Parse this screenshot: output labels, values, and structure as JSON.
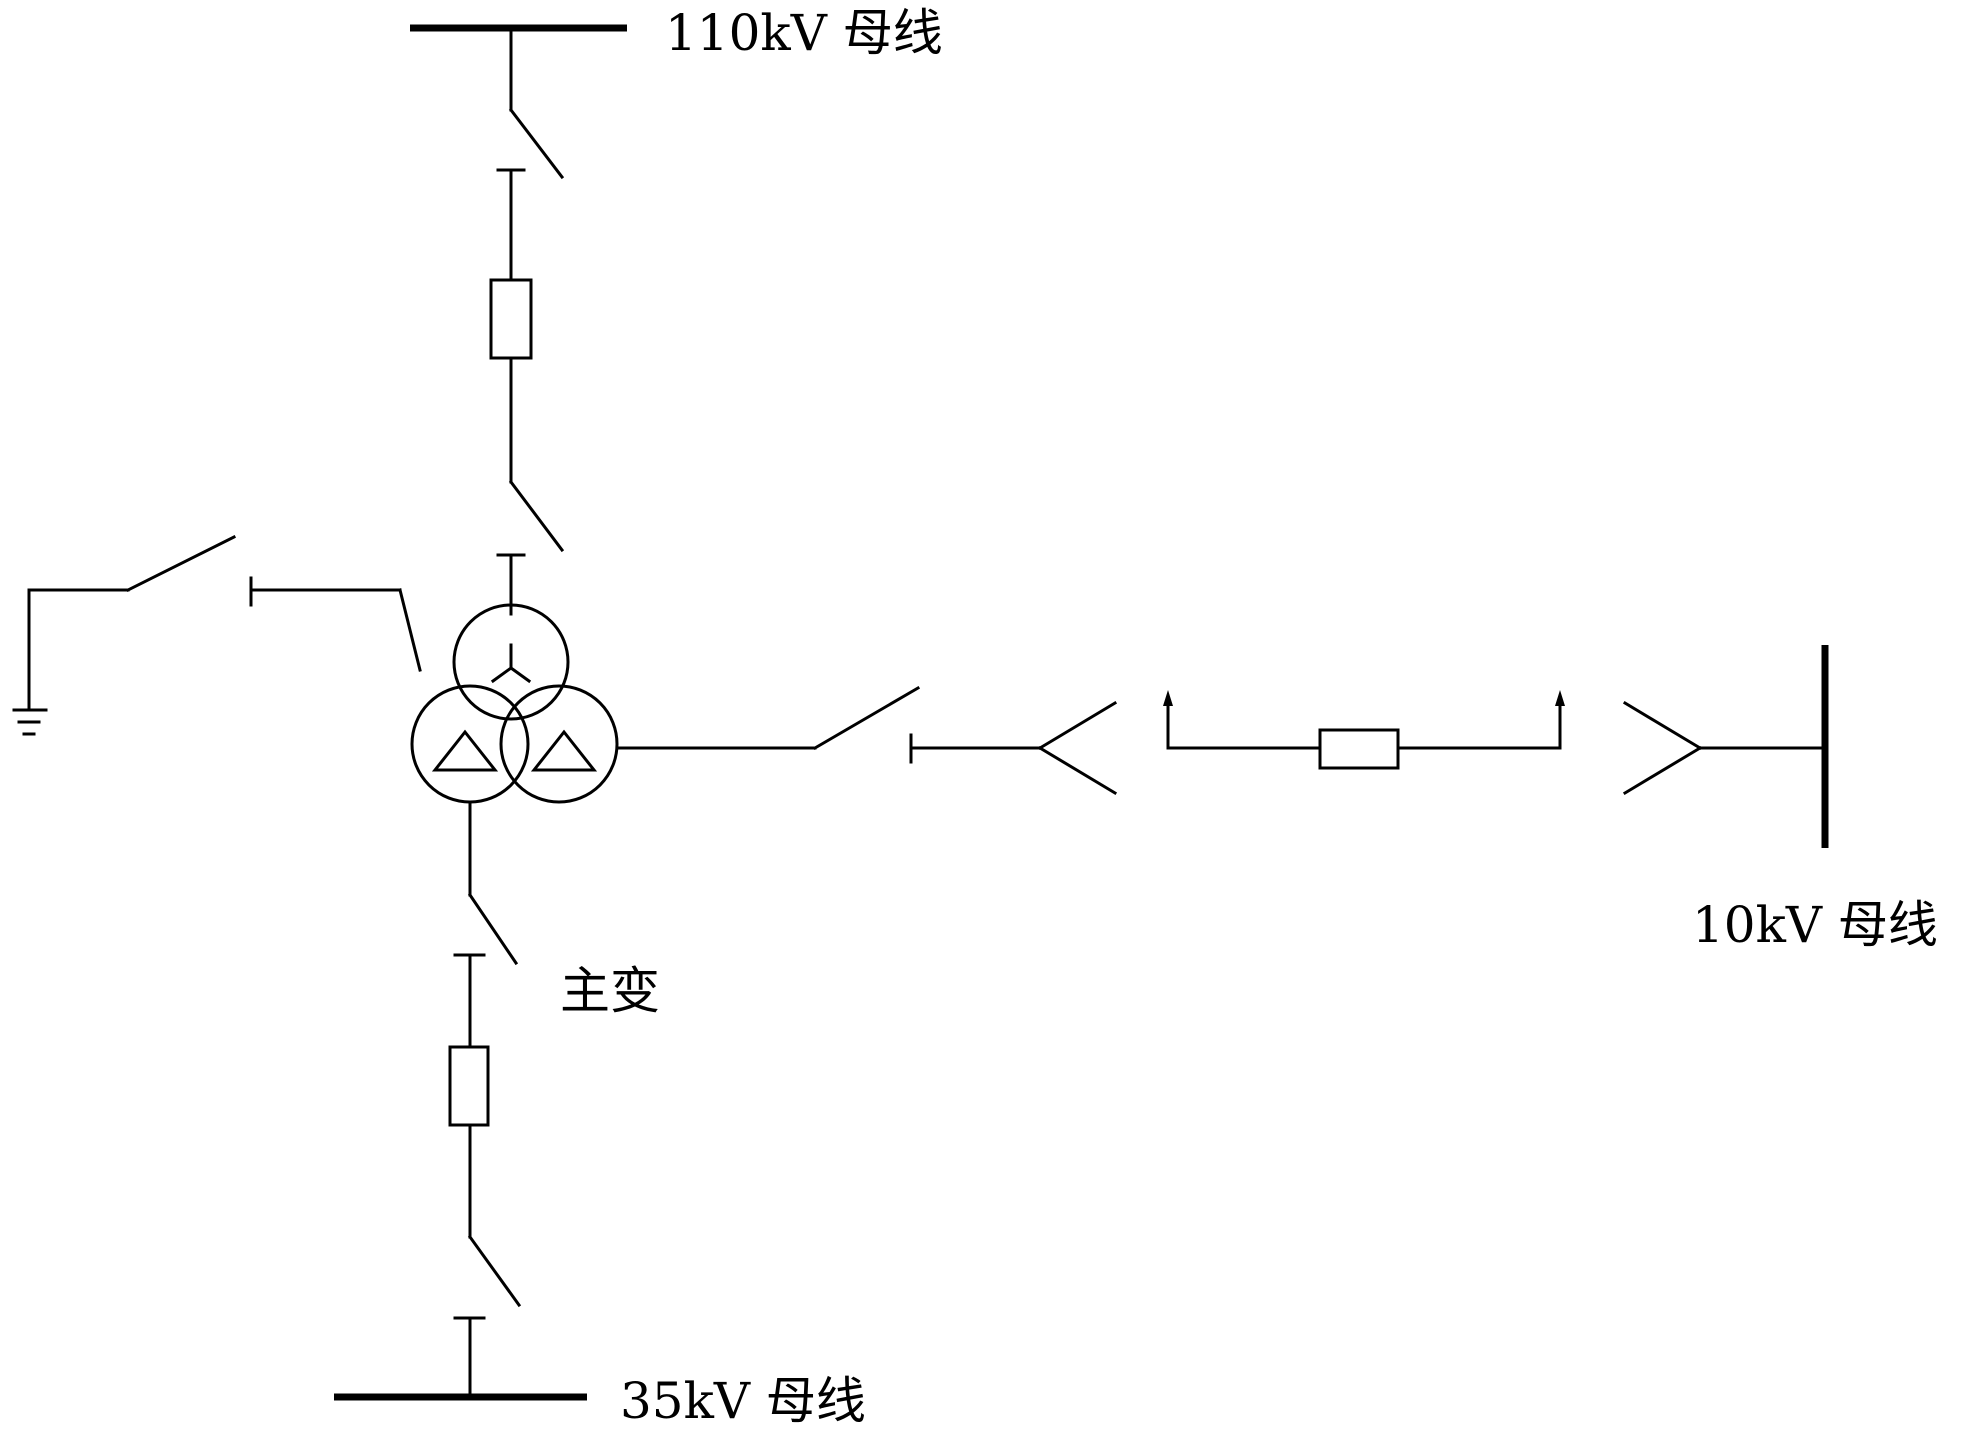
{
  "labels": {
    "bus_110kv": "110kV 母线",
    "bus_35kv": "35kV 母线",
    "bus_10kv": "10kV 母线",
    "main_transformer": "主变"
  },
  "colors": {
    "line": "#000000",
    "background": "#ffffff"
  }
}
